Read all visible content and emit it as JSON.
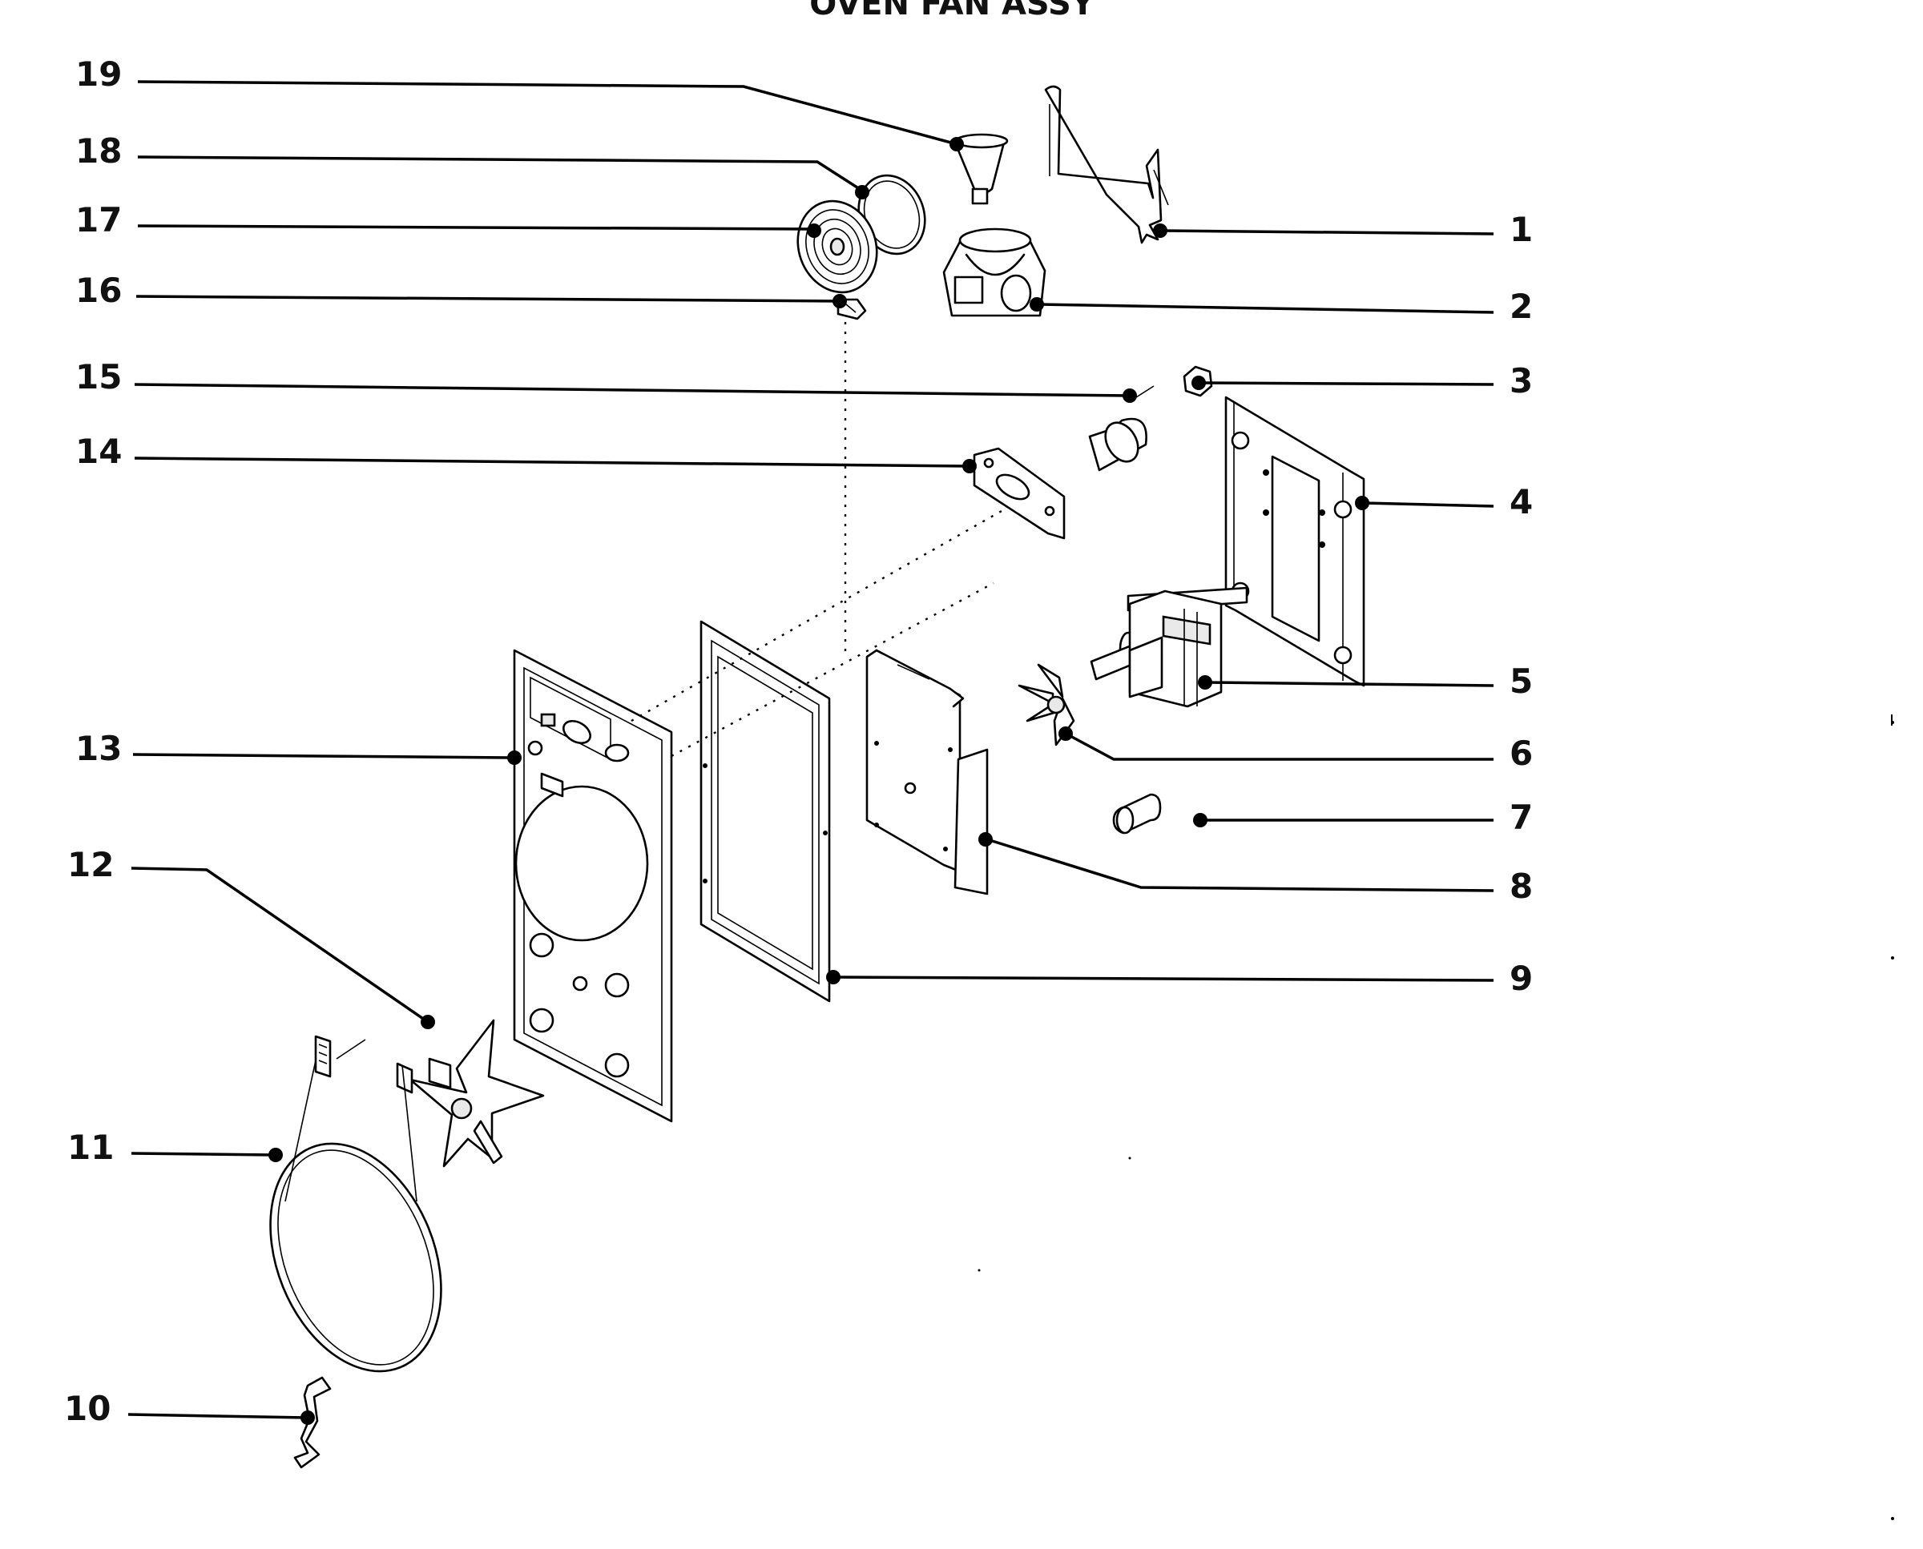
{
  "title": "OVEN FAN ASSY",
  "callouts": [
    {
      "id": "19",
      "label": "19",
      "part": "bulb-cover"
    },
    {
      "id": "18",
      "label": "18",
      "part": "ring-gasket"
    },
    {
      "id": "17",
      "label": "17",
      "part": "lamp-cover"
    },
    {
      "id": "16",
      "label": "16",
      "part": "clip"
    },
    {
      "id": "15",
      "label": "15",
      "part": "pin"
    },
    {
      "id": "14",
      "label": "14",
      "part": "duct-plate"
    },
    {
      "id": "13",
      "label": "13",
      "part": "fan-cover-panel"
    },
    {
      "id": "12",
      "label": "12",
      "part": "fan-blade"
    },
    {
      "id": "11",
      "label": "11",
      "part": "heating-element"
    },
    {
      "id": "10",
      "label": "10",
      "part": "bracket"
    },
    {
      "id": "1",
      "label": "1",
      "part": "lamp-bracket"
    },
    {
      "id": "2",
      "label": "2",
      "part": "lamp-socket"
    },
    {
      "id": "3",
      "label": "3",
      "part": "nut"
    },
    {
      "id": "4",
      "label": "4",
      "part": "mounting-plate"
    },
    {
      "id": "5",
      "label": "5",
      "part": "fan-motor"
    },
    {
      "id": "6",
      "label": "6",
      "part": "cooling-fan"
    },
    {
      "id": "7",
      "label": "7",
      "part": "spacer"
    },
    {
      "id": "8",
      "label": "8",
      "part": "motor-housing"
    },
    {
      "id": "9",
      "label": "9",
      "part": "gasket-frame"
    }
  ]
}
